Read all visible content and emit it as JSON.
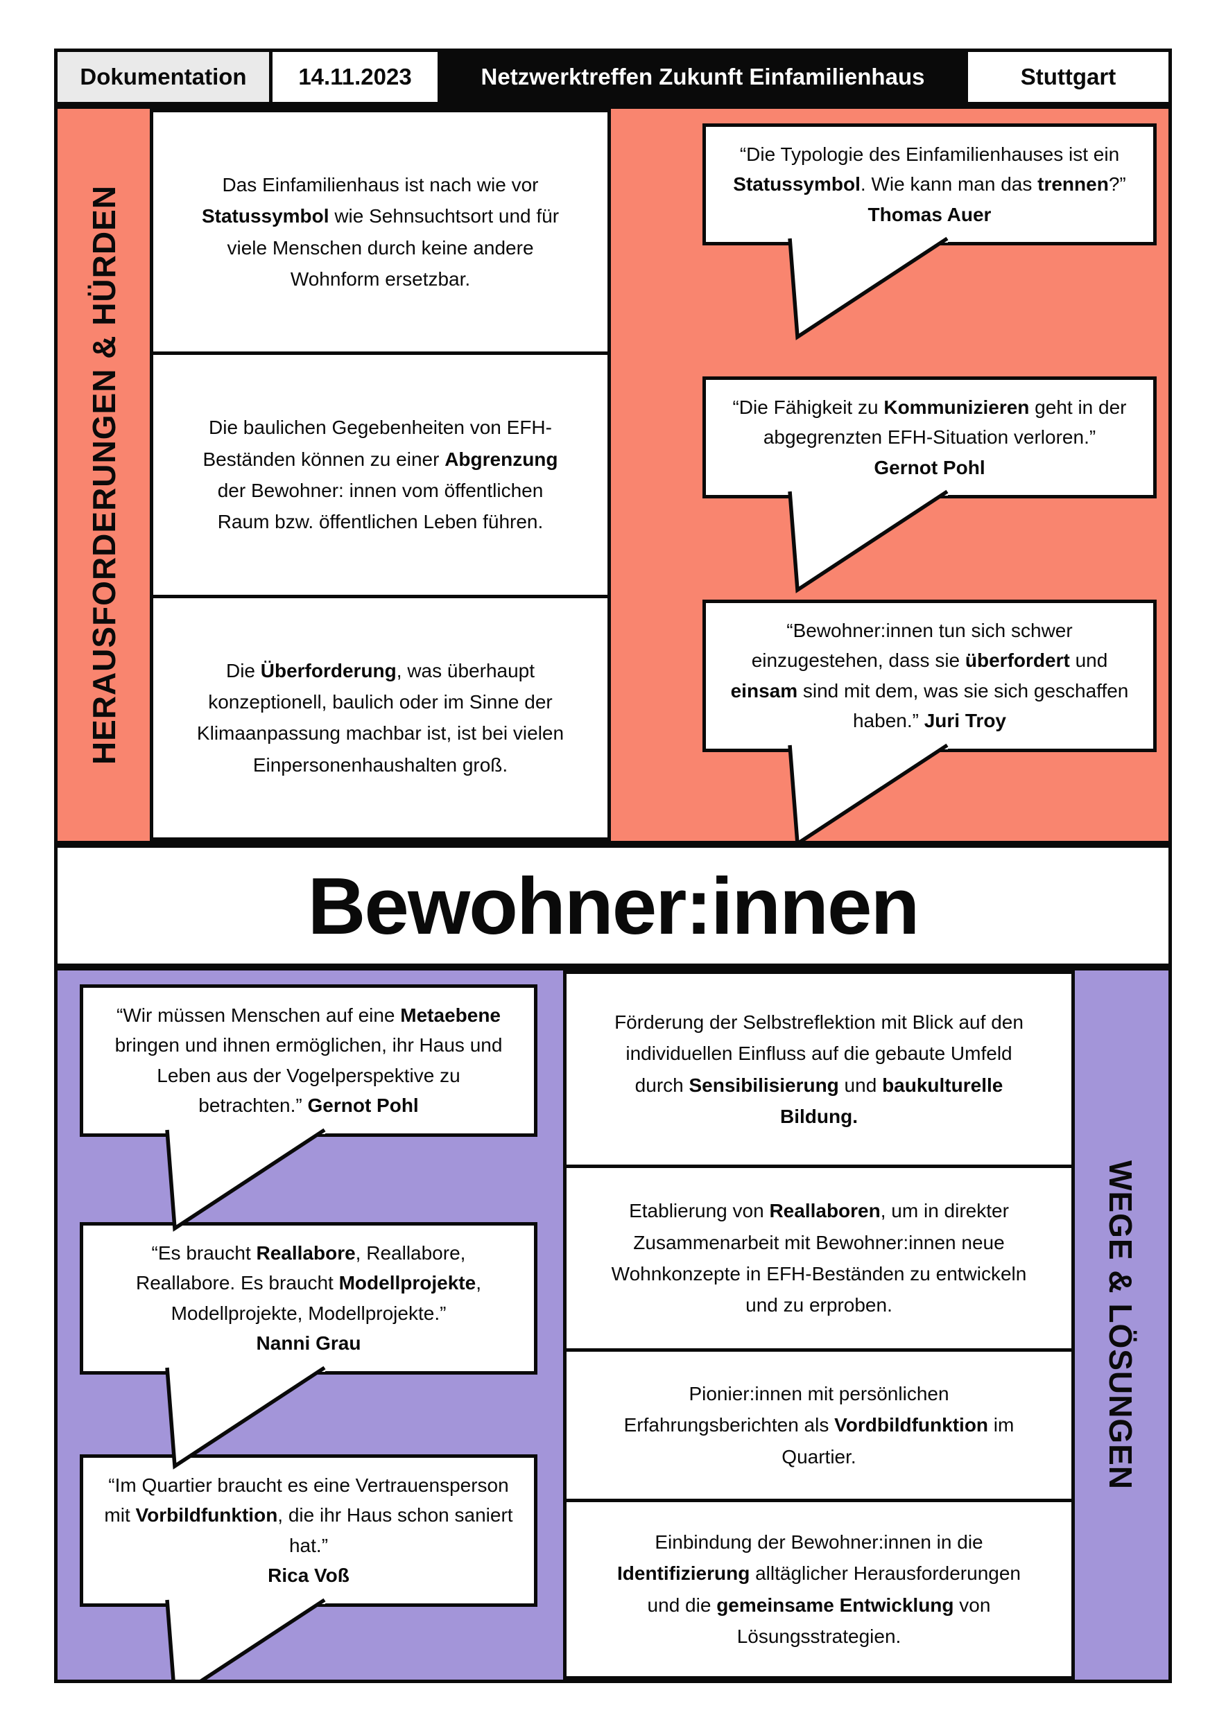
{
  "colors": {
    "salmon": "#F9856F",
    "purple": "#A395D9",
    "ink": "#0A0A0A",
    "gray": "#EAEAEA",
    "paper": "#FFFFFF"
  },
  "header": {
    "doc_label": "Dokumentation",
    "date": "14.11.2023",
    "title": "Netzwerktreffen Zukunft Einfamilienhaus",
    "location": "Stuttgart"
  },
  "challenges": {
    "label": "HERAUSFORDERUNGEN & HÜRDEN",
    "statements": [
      {
        "segments": [
          {
            "t": "Das Einfamilienhaus ist nach wie vor "
          },
          {
            "t": "Statussymbol",
            "b": true
          },
          {
            "t": " wie Sehnsuchtsort und für viele Menschen durch keine andere Wohnform ersetzbar."
          }
        ]
      },
      {
        "segments": [
          {
            "t": "Die baulichen Gegebenheiten von EFH-Beständen können zu einer "
          },
          {
            "t": "Abgrenzung",
            "b": true
          },
          {
            "t": " der Bewohner: innen vom öffentlichen Raum bzw. öffentlichen Leben führen."
          }
        ]
      },
      {
        "segments": [
          {
            "t": "Die "
          },
          {
            "t": "Überforderung",
            "b": true
          },
          {
            "t": ", was überhaupt konzeptionell, baulich oder im Sinne der Klimaanpassung machbar ist, ist bei vielen Einpersonenhaushalten groß."
          }
        ]
      }
    ],
    "quotes": [
      {
        "segments": [
          {
            "t": "“Die Typologie des Einfamilienhauses ist ein "
          },
          {
            "t": "Statussymbol",
            "b": true
          },
          {
            "t": ". Wie kann man das "
          },
          {
            "t": "trennen",
            "b": true
          },
          {
            "t": "?” "
          },
          {
            "t": "Thomas Auer",
            "b": true
          }
        ]
      },
      {
        "segments": [
          {
            "t": "“Die Fähigkeit zu "
          },
          {
            "t": "Kommunizieren",
            "b": true
          },
          {
            "t": " geht in der abgegrenzten EFH-Situation verloren.”\n"
          },
          {
            "t": "Gernot Pohl",
            "b": true
          }
        ]
      },
      {
        "segments": [
          {
            "t": "“Bewohner:innen tun sich schwer einzugestehen, dass sie "
          },
          {
            "t": "überfordert",
            "b": true
          },
          {
            "t": " und "
          },
          {
            "t": "einsam",
            "b": true
          },
          {
            "t": " sind mit dem, was sie sich geschaffen haben.” "
          },
          {
            "t": "Juri Troy",
            "b": true
          }
        ]
      }
    ]
  },
  "divider": {
    "title": "Bewohner:innen"
  },
  "solutions": {
    "label": "WEGE & LÖSUNGEN",
    "quotes": [
      {
        "segments": [
          {
            "t": "“Wir müssen Menschen auf eine "
          },
          {
            "t": "Metaebene",
            "b": true
          },
          {
            "t": " bringen und ihnen ermöglichen, ihr Haus und Leben aus der Vogelperspektive zu betrachten.” "
          },
          {
            "t": "Gernot Pohl",
            "b": true
          }
        ]
      },
      {
        "segments": [
          {
            "t": "“Es braucht "
          },
          {
            "t": "Reallabore",
            "b": true
          },
          {
            "t": ", Reallabore, Reallabore. Es braucht "
          },
          {
            "t": "Modellprojekte",
            "b": true
          },
          {
            "t": ", Modellprojekte, Modellprojekte.”\n"
          },
          {
            "t": "Nanni Grau",
            "b": true
          }
        ]
      },
      {
        "segments": [
          {
            "t": "“Im Quartier braucht es eine Vertrauensperson mit "
          },
          {
            "t": "Vorbildfunktion",
            "b": true
          },
          {
            "t": ", die ihr Haus schon saniert hat.”\n"
          },
          {
            "t": "Rica Voß",
            "b": true
          }
        ]
      }
    ],
    "statements": [
      {
        "segments": [
          {
            "t": "Förderung der Selbstreflektion mit Blick auf den individuellen Einfluss auf die gebaute Umfeld durch "
          },
          {
            "t": "Sensibilisierung",
            "b": true
          },
          {
            "t": " und "
          },
          {
            "t": "baukulturelle Bildung.",
            "b": true
          }
        ]
      },
      {
        "segments": [
          {
            "t": "Etablierung von "
          },
          {
            "t": "Reallaboren",
            "b": true
          },
          {
            "t": ", um in direkter Zusammenarbeit mit Bewohner:innen neue Wohnkonzepte in EFH-Beständen zu entwickeln und zu erproben."
          }
        ]
      },
      {
        "segments": [
          {
            "t": "Pionier:innen mit persönlichen Erfahrungsberichten als "
          },
          {
            "t": "Vordbildfunktion",
            "b": true
          },
          {
            "t": " im Quartier."
          }
        ]
      },
      {
        "segments": [
          {
            "t": "Einbindung der Bewohner:innen in die "
          },
          {
            "t": "Identifizierung",
            "b": true
          },
          {
            "t": " alltäglicher Herausforderungen und die "
          },
          {
            "t": "gemeinsame Entwicklung",
            "b": true
          },
          {
            "t": " von Lösungsstrategien."
          }
        ]
      }
    ]
  }
}
